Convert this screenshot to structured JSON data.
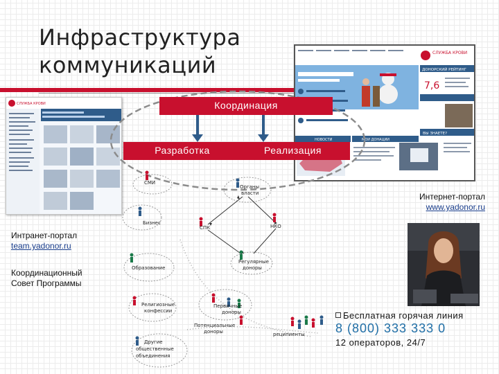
{
  "title": {
    "line1": "Инфраструктура",
    "line2": "коммуникаций"
  },
  "boxes": {
    "coordination": "Координация",
    "development": "Разработка",
    "implementation": "Реализация"
  },
  "internet_portal": {
    "label": "Интернет-портал",
    "url": "www.yadonor.ru"
  },
  "intranet_portal": {
    "label": "Интранет-портал",
    "url": "team.yadonor.ru"
  },
  "council": {
    "line1": "Координационный",
    "line2": "Совет Программы"
  },
  "hotline": {
    "title": "Бесплатная горячая линия",
    "phone": "8 (800) 333 333 0",
    "operators": "12 операторов, 24/7"
  },
  "diagram": {
    "nodes": {
      "smi": "СМИ",
      "organs": "Органы",
      "organs2": "власти",
      "business": "Бизнес",
      "spk": "СПК",
      "nko": "НКО",
      "education": "Образование",
      "regular": "Регулярные",
      "regular2": "доноры",
      "religious": "Религиозные",
      "religious2": "конфессии",
      "primary": "Первичные",
      "primary2": "доноры",
      "potential": "Потенциальные",
      "potential2": "доноры",
      "recipients": "реципиенты",
      "other": "Другие",
      "other2": "общественные",
      "other3": "объединения"
    }
  },
  "portal_screenshot": {
    "logo": "СЛУЖБА КРОВИ",
    "stat_value": "7,6",
    "menu1": "ДОНОРСКИЙ РЕЙТИНГ",
    "menu2": "НОВОСТИ",
    "menu3": "ВЫ ЗНАЕТЕ?",
    "menu4": "МОИ ДОНАЦИИ"
  },
  "intranet_screenshot": {
    "logo": "СЛУЖБА КРОВИ"
  },
  "colors": {
    "accent_red": "#c8102e",
    "phone_blue": "#1f6ea6",
    "link_blue": "#1a3e8c"
  }
}
